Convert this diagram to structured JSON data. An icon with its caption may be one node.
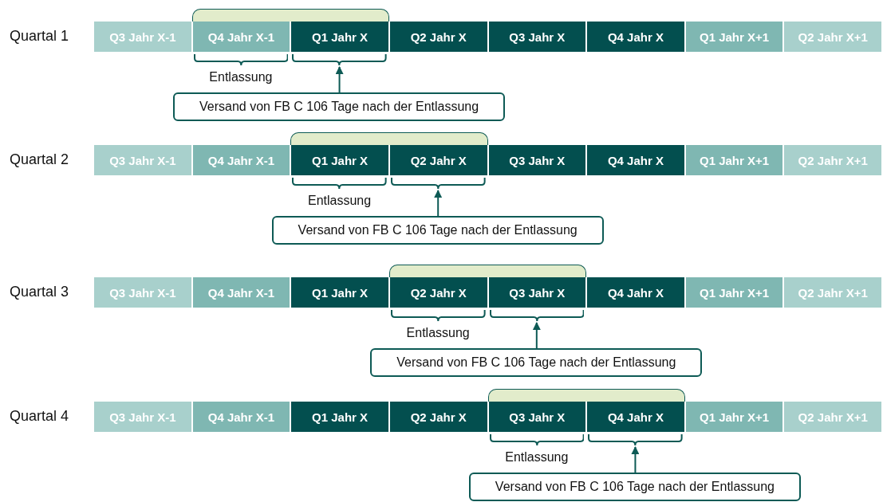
{
  "diagram": {
    "nodes": [
      {
        "text": [],
        "shape": "bar"
      },
      {
        "text": [
          "Q3 Jahr X-1"
        ]
      },
      {
        "text": [
          "Q4 Jahr X-1"
        ]
      },
      {
        "text": [
          "Q1 Jahr X"
        ]
      },
      {
        "text": [
          "Q2 Jahr X"
        ]
      },
      {
        "text": [
          "Q3 Jahr X"
        ]
      },
      {
        "text": [
          "Q4 Jahr X"
        ]
      },
      {
        "text": [
          "Q1 Jahr X+1"
        ]
      },
      {
        "text": [
          "Q2 Jahr X+1"
        ]
      },
      {
        "text": [],
        "shape": "bracket",
        "beside": [
          "Entlassung"
        ]
      },
      {
        "text": [],
        "shape": "bracket"
      },
      {
        "text": [
          "Versand von FB C 106 Tage nach der Entlassung"
        ]
      },
      {
        "text": [],
        "shape": "bar"
      },
      {
        "text": [
          "Q3 Jahr X-1"
        ]
      },
      {
        "text": [
          "Q4 Jahr X-1"
        ]
      },
      {
        "text": [
          "Q1 Jahr X"
        ]
      },
      {
        "text": [
          "Q2 Jahr X"
        ]
      },
      {
        "text": [
          "Q3 Jahr X"
        ]
      },
      {
        "text": [
          "Q4 Jahr X"
        ]
      },
      {
        "text": [
          "Q1 Jahr X+1"
        ]
      },
      {
        "text": [
          "Q2 Jahr X+1"
        ]
      },
      {
        "text": [],
        "shape": "bracket",
        "beside": [
          "Entlassung"
        ]
      },
      {
        "text": [],
        "shape": "bracket"
      },
      {
        "text": [
          "Versand von FB C 106 Tage nach der Entlassung"
        ]
      },
      {
        "text": [],
        "shape": "bar"
      },
      {
        "text": [
          "Q3 Jahr X-1"
        ]
      },
      {
        "text": [
          "Q4 Jahr X-1"
        ]
      },
      {
        "text": [
          "Q1 Jahr X"
        ]
      },
      {
        "text": [
          "Q2 Jahr X"
        ]
      },
      {
        "text": [
          "Q3 Jahr X"
        ]
      },
      {
        "text": [
          "Q4 Jahr X"
        ]
      },
      {
        "text": [
          "Q1 Jahr X+1"
        ]
      },
      {
        "text": [
          "Q2 Jahr X+1"
        ]
      },
      {
        "text": [],
        "shape": "bracket",
        "beside": [
          "Entlassung"
        ]
      },
      {
        "text": [],
        "shape": "bracket"
      },
      {
        "text": [
          "Versand von FB C 106 Tage nach der Entlassung"
        ]
      },
      {
        "text": [],
        "shape": "bar"
      },
      {
        "text": [
          "Q3 Jahr X-1"
        ]
      },
      {
        "text": [
          "Q4 Jahr X-1"
        ]
      },
      {
        "text": [
          "Q1 Jahr X"
        ]
      },
      {
        "text": [
          "Q2 Jahr X"
        ]
      },
      {
        "text": [
          "Q3 Jahr X"
        ]
      },
      {
        "text": [
          "Q4 Jahr X"
        ]
      },
      {
        "text": [
          "Q1 Jahr X+1"
        ]
      },
      {
        "text": [
          "Q2 Jahr X+1"
        ]
      },
      {
        "text": [],
        "shape": "bracket",
        "beside": [
          "Entlassung"
        ]
      },
      {
        "text": [],
        "shape": "bracket"
      },
      {
        "text": [
          "Versand von FB C 106 Tage nach der Entlassung"
        ]
      }
    ],
    "edges": [
      {
        "from": 11,
        "to": 10,
        "arrow": "to"
      },
      {
        "from": 23,
        "to": 22,
        "arrow": "to"
      },
      {
        "from": 35,
        "to": 34,
        "arrow": "to"
      },
      {
        "from": 47,
        "to": 46,
        "arrow": "to"
      }
    ],
    "labels": [
      "Quartal 1",
      "Quartal 2",
      "Quartal 3",
      "Quartal 4"
    ]
  }
}
